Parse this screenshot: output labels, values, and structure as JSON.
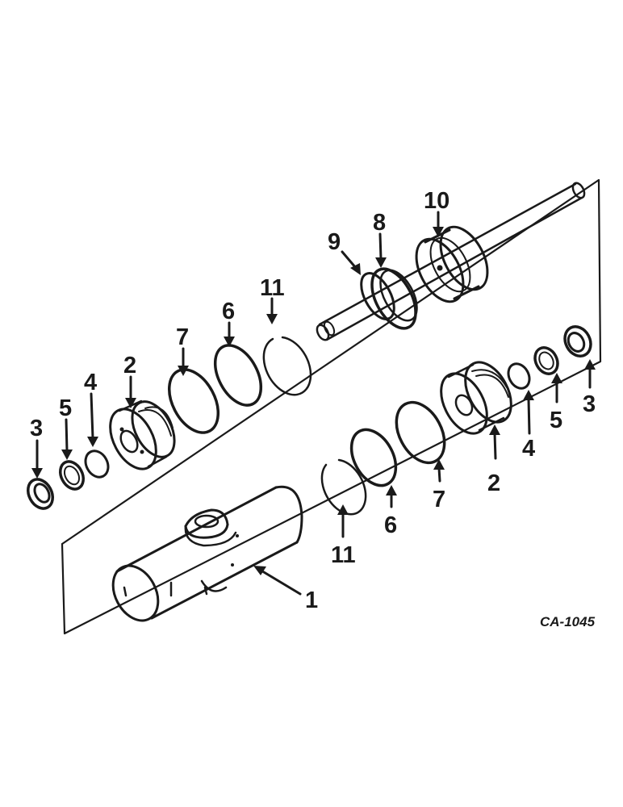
{
  "diagram": {
    "drawing_code": "CA-1045",
    "callouts": {
      "housing": "1",
      "gland_left": "2",
      "gland_right": "2",
      "wiper_left": "3",
      "wiper_right": "3",
      "oring_small_left": "4",
      "oring_small_right": "4",
      "backup_small_left": "5",
      "backup_small_right": "5",
      "backup_large_left": "6",
      "backup_large_right": "6",
      "oring_large_left": "7",
      "oring_large_right": "7",
      "piston_ring": "8",
      "piston_oring": "9",
      "piston": "10",
      "snap_ring_left": "11",
      "snap_ring_right": "11"
    }
  }
}
